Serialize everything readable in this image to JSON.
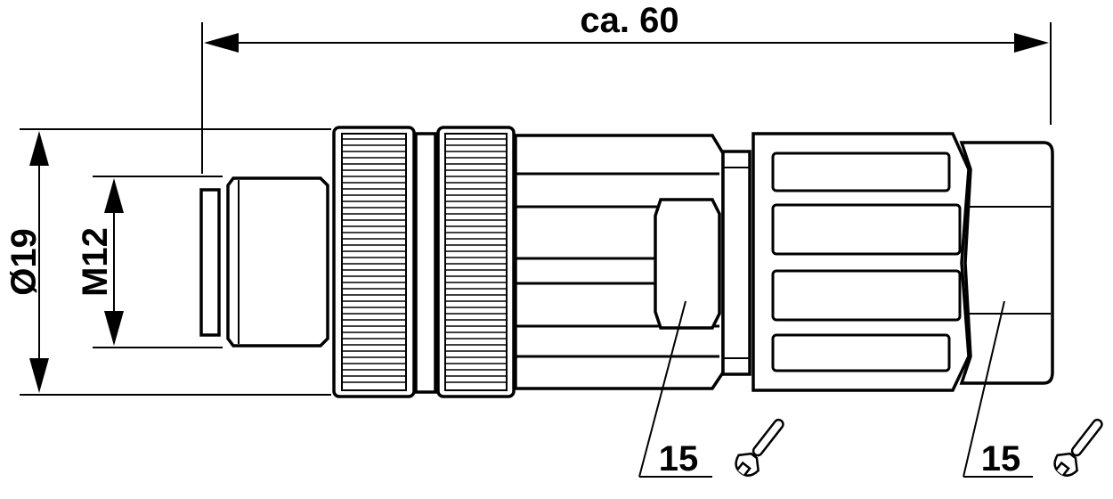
{
  "dimensions": {
    "overall_length": "ca. 60",
    "outer_diameter": "Ø19",
    "thread": "M12"
  },
  "wrench_callouts": [
    {
      "size": "15",
      "icon": "wrench-icon"
    },
    {
      "size": "15",
      "icon": "wrench-icon"
    }
  ]
}
